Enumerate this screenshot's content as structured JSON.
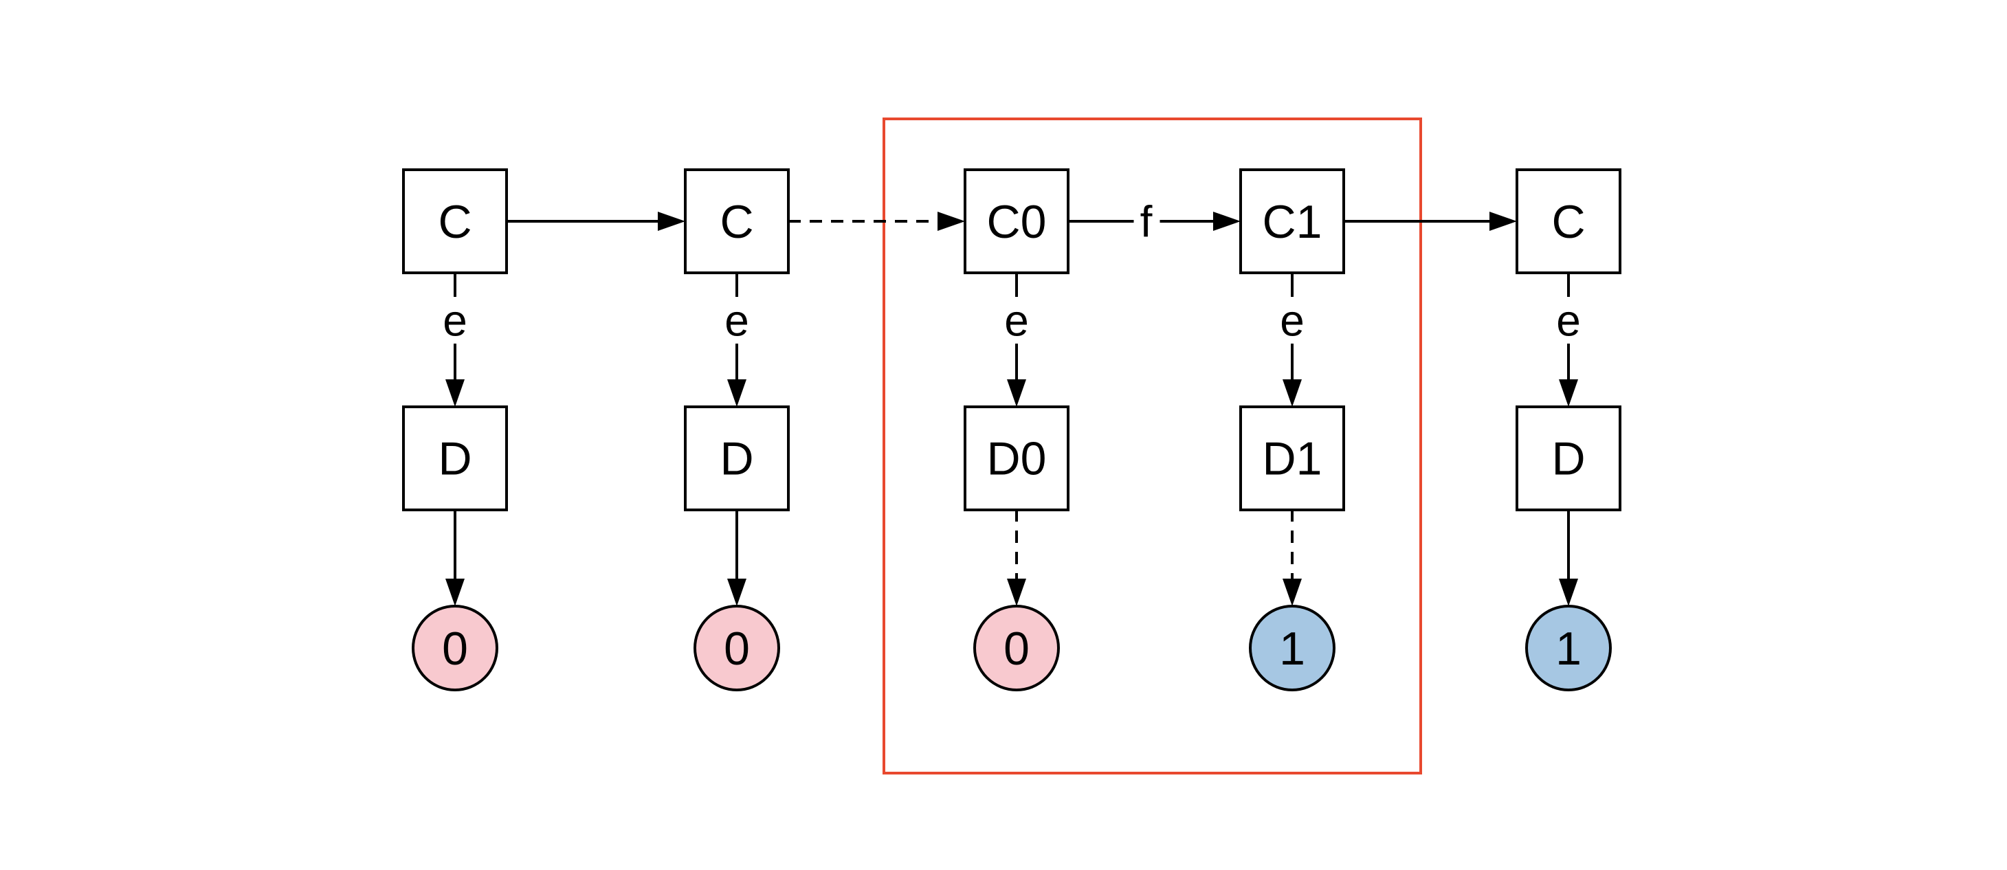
{
  "diagram": {
    "description": "commutative-diagram of C and D objects mapping to output values",
    "colors": {
      "background": "#ffffff",
      "stroke": "#000000",
      "node_fill": "#ffffff",
      "pink": "#f8c9cf",
      "blue": "#a6c7e3",
      "highlight": "#e8492f"
    },
    "c_to_d_edge_label": "e",
    "columns": [
      {
        "top_label": "C",
        "mid_label": "D",
        "value": "0",
        "value_color": "pink",
        "down_edge_style": "solid"
      },
      {
        "top_label": "C",
        "mid_label": "D",
        "value": "0",
        "value_color": "pink",
        "down_edge_style": "solid"
      },
      {
        "top_label": "C0",
        "mid_label": "D0",
        "value": "0",
        "value_color": "pink",
        "down_edge_style": "dashed"
      },
      {
        "top_label": "C1",
        "mid_label": "D1",
        "value": "1",
        "value_color": "blue",
        "down_edge_style": "dashed"
      },
      {
        "top_label": "C",
        "mid_label": "D",
        "value": "1",
        "value_color": "blue",
        "down_edge_style": "solid"
      }
    ],
    "top_edges": [
      {
        "from": 0,
        "to": 1,
        "style": "solid",
        "label": ""
      },
      {
        "from": 1,
        "to": 2,
        "style": "dashed",
        "label": ""
      },
      {
        "from": 2,
        "to": 3,
        "style": "solid",
        "label": "f"
      },
      {
        "from": 3,
        "to": 4,
        "style": "solid",
        "label": ""
      }
    ],
    "highlight_box": {
      "encloses": [
        "C0",
        "C1",
        "D0",
        "D1"
      ]
    }
  }
}
